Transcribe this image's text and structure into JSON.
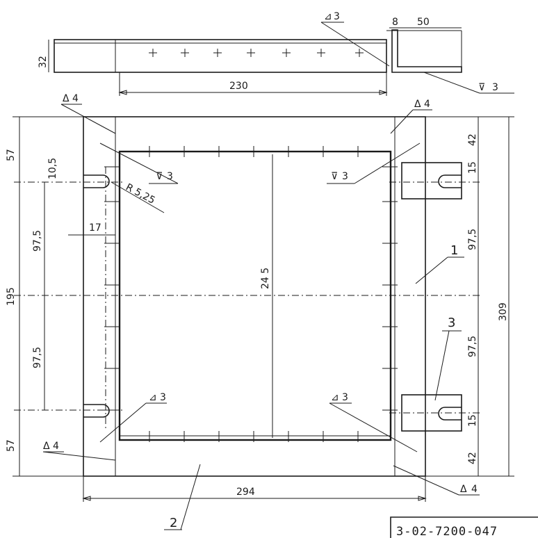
{
  "top_view": {
    "dim_height": "32",
    "dim_length": "230",
    "dim_flange_width": "50",
    "dim_gap": "8",
    "weld_top_left": "3",
    "weld_top_right": "3"
  },
  "main_view": {
    "dim_corner_top": "57",
    "dim_slot_height": "10,5",
    "dim_radius": "R 5,25",
    "dim_inset": "17",
    "dim_left_upper": "97,5",
    "dim_left_total": "195",
    "dim_left_lower": "97,5",
    "dim_corner_bottom": "57",
    "dim_inner_height": "24 5",
    "dim_right_top": "42",
    "dim_right_slot_top": "15",
    "dim_right_upper": "97,5",
    "dim_right_total": "309",
    "dim_right_lower": "97,5",
    "dim_right_slot_bottom": "15",
    "dim_right_bottom": "42",
    "dim_width": "294",
    "weld_mid_left": "3",
    "weld_mid_right": "3",
    "weld_bottom_left": "3",
    "weld_bottom_right": "3",
    "symbol_corner_tl": "4",
    "symbol_corner_tr": "4",
    "symbol_corner_bl": "4",
    "symbol_corner_br": "4",
    "callout_1": "1",
    "callout_2": "2",
    "callout_3": "3"
  },
  "title_block": {
    "drawing_number": "3-02-7200-047"
  }
}
